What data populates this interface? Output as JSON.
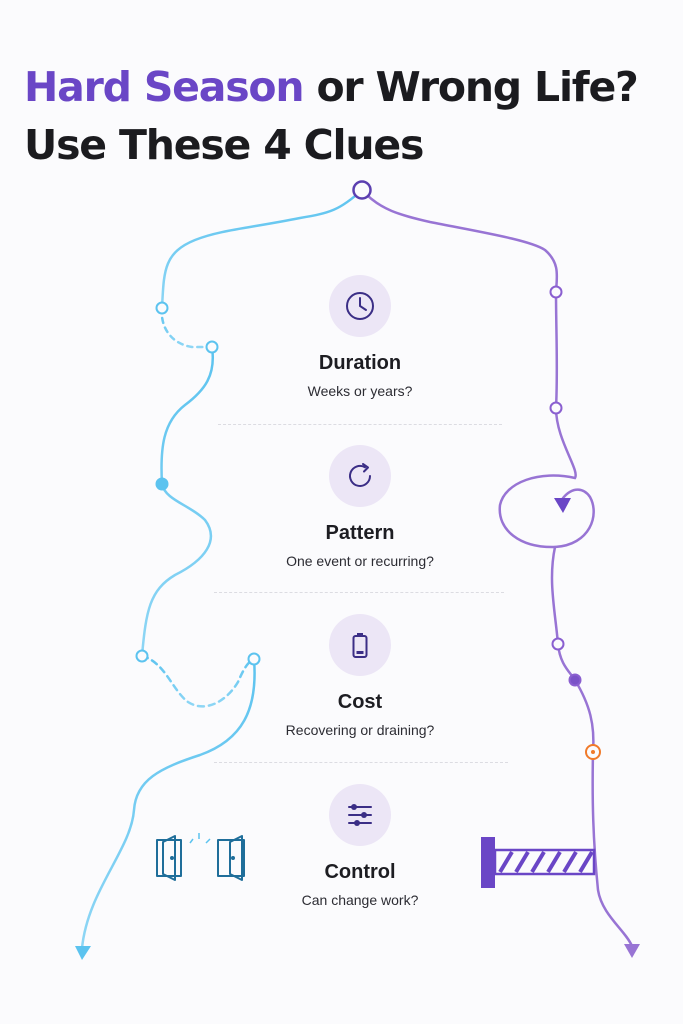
{
  "title": {
    "accent": "Hard Season",
    "rest": " or Wrong Life?",
    "line2": "Use These 4 Clues"
  },
  "clues": [
    {
      "icon": "clock-icon",
      "title": "Duration",
      "subtitle": "Weeks or years?"
    },
    {
      "icon": "refresh-icon",
      "title": "Pattern",
      "subtitle": "One event or recurring?"
    },
    {
      "icon": "battery-icon",
      "title": "Cost",
      "subtitle": "Recovering or draining?"
    },
    {
      "icon": "sliders-icon",
      "title": "Control",
      "subtitle": "Can change work?"
    }
  ],
  "colors": {
    "text": "#1b1b1f",
    "accent_purple": "#6a46c6",
    "path_blue": "#5cc3ef",
    "path_purple": "#9874d4",
    "badge_bg": "#ece6f6",
    "warning_orange": "#f07a2a"
  }
}
